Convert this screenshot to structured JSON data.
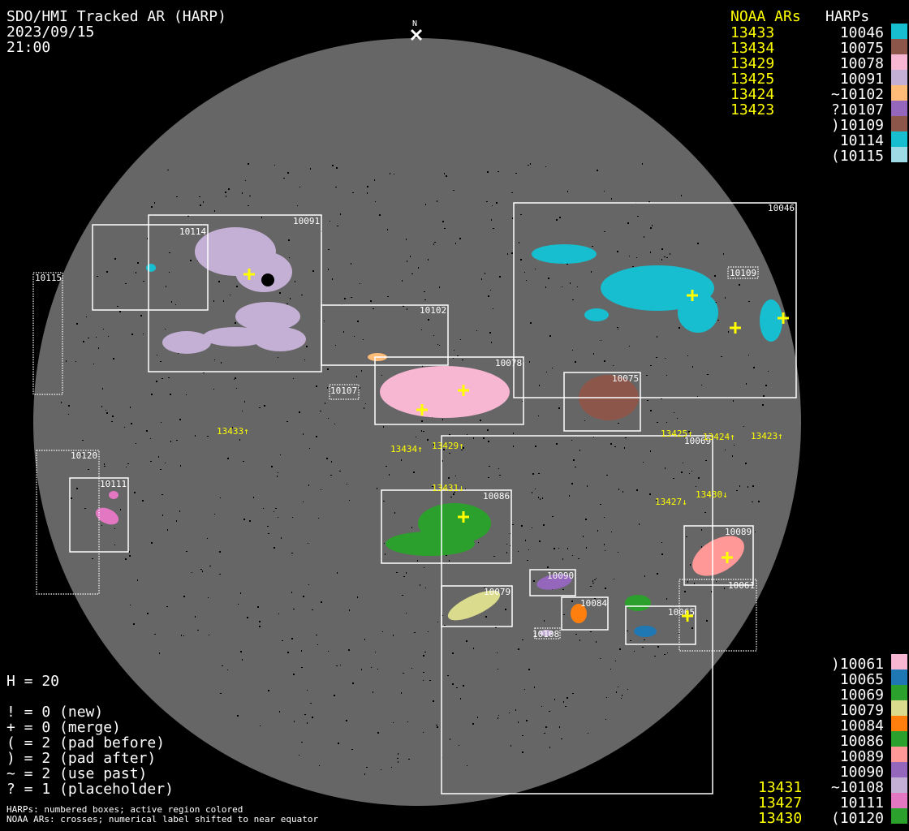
{
  "header": {
    "title": "SDO/HMI Tracked AR (HARP)",
    "date": "2023/09/15",
    "time": "21:00",
    "north": "N"
  },
  "legend_top": {
    "noaa_title": "NOAA ARs",
    "harps_title": "HARPs",
    "noaa": [
      "13433",
      "13434",
      "13429",
      "13425",
      "13424",
      "13423"
    ],
    "harps": [
      {
        "label": "10046",
        "color": "#17becf"
      },
      {
        "label": "10075",
        "color": "#8c564b"
      },
      {
        "label": "10078",
        "color": "#f7b6d2"
      },
      {
        "label": "10091",
        "color": "#c5b0d5"
      },
      {
        "label": "~10102",
        "color": "#ffbb78"
      },
      {
        "label": "?10107",
        "color": "#9467bd"
      },
      {
        "label": ")10109",
        "color": "#8c564b"
      },
      {
        "label": "10114",
        "color": "#17becf"
      },
      {
        "label": "(10115",
        "color": "#9edae5"
      }
    ]
  },
  "legend_bottom": {
    "noaa": [
      "13431",
      "13427",
      "13430"
    ],
    "harps": [
      {
        "label": ")10061",
        "color": "#f7b6d2"
      },
      {
        "label": "10065",
        "color": "#1f77b4"
      },
      {
        "label": "10069",
        "color": "#2ca02c"
      },
      {
        "label": "10079",
        "color": "#dbdb8d"
      },
      {
        "label": "10084",
        "color": "#ff7f0e"
      },
      {
        "label": "10086",
        "color": "#2ca02c"
      },
      {
        "label": "10089",
        "color": "#ff9896"
      },
      {
        "label": "10090",
        "color": "#9467bd"
      },
      {
        "label": "~10108",
        "color": "#c5b0d5"
      },
      {
        "label": "10111",
        "color": "#e377c2"
      },
      {
        "label": "(10120",
        "color": "#2ca02c"
      }
    ]
  },
  "stats": {
    "h": "H = 20",
    "lines": [
      "! = 0 (new)",
      "+ = 0 (merge)",
      "( = 2 (pad before)",
      ") = 2 (pad after)",
      "~ = 2 (use past)",
      "? = 1 (placeholder)"
    ]
  },
  "footer": [
    "HARPs: numbered boxes; active region colored",
    "NOAA ARs: crosses; numerical label shifted to near equator"
  ],
  "boxes": {
    "b10091": "10091",
    "b10114": "10114",
    "b10115": "10115",
    "b10102": "10102",
    "b10107": "10107",
    "b10078": "10078",
    "b10046": "10046",
    "b10109": "10109",
    "b10075": "10075",
    "b10069": "10069",
    "b10120": "10120",
    "b10111": "10111",
    "b10086": "10086",
    "b10089": "10089",
    "b10061": "10061",
    "b10090": "10090",
    "b10079": "10079",
    "b10084": "10084",
    "b10065": "10065",
    "b10108": "10108"
  },
  "ar_labels": {
    "a13433": "13433↑",
    "a13434": "13434↑",
    "a13429": "13429↑",
    "a13425": "13425↑",
    "a13424": "13424↑",
    "a13423": "13423↑",
    "a13431": "13431↓",
    "a13427": "13427↓",
    "a13430": "13430↓"
  }
}
